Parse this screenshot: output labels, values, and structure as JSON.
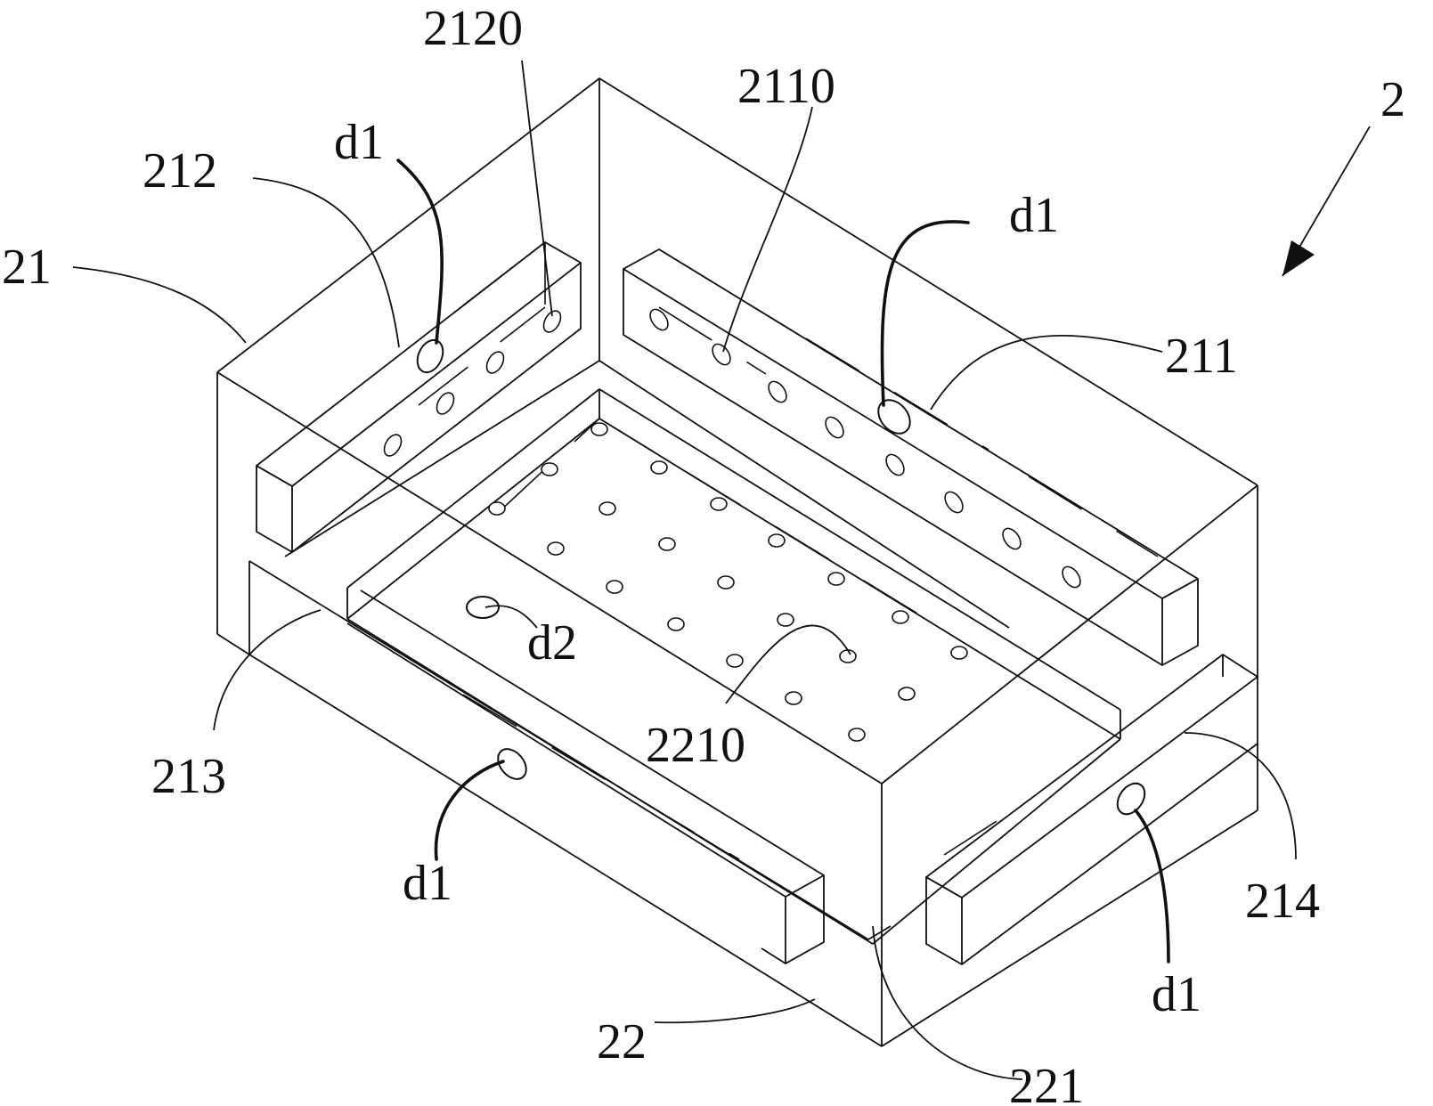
{
  "labels": {
    "assembly": "2",
    "upper_mold": "21",
    "lower_mold": "22",
    "first_side_block": "211",
    "second_side_block": "212",
    "third_side_block": "213",
    "fourth_side_block": "214",
    "first_side_holes": "2110",
    "second_side_holes": "2120",
    "lower_cavity": "221",
    "cavity_holes": "2210",
    "hole_dia_1": "d1",
    "hole_dia_2": "d2"
  }
}
